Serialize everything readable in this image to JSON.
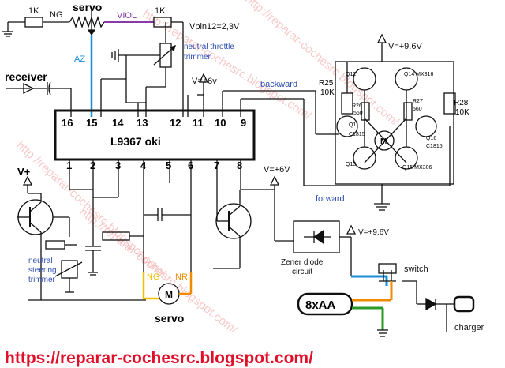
{
  "labels": {
    "r1k_left": "1K",
    "ng": "NG",
    "servo_top": "servo",
    "viol": "VIOL",
    "r1k_right": "1K",
    "vpin12": "Vpin12=2,3V",
    "neutral_throttle": "neutral throttle",
    "trimmer": "trimmer",
    "az": "AZ",
    "receiver": "receiver",
    "vplus6_top": "V=+6v",
    "backward": "backward",
    "forward": "forward",
    "vplus96_top": "V=+9.6V",
    "ic_name": "L9367 oki",
    "vplus_left": "V+",
    "vplus6_mid": "V=+6V",
    "neutral_steering": "neutral",
    "steering": "steering",
    "trimmer2": "trimmer",
    "zener1": "Zener diode",
    "zener2": "circuit",
    "vplus96_mid": "V=+9.6V",
    "switch": "switch",
    "battery": "8xAA",
    "charger": "charger",
    "nr": "NR",
    "ng_bottom": "NG",
    "servo_bottom": "servo",
    "motor": "M",
    "url": "https://reparar-cochesrc.blogspot.com/",
    "watermark": "http://reparar-cochesrc.blogspot.com/"
  },
  "pins_top": [
    "16",
    "15",
    "14",
    "13",
    "12",
    "11",
    "10",
    "9"
  ],
  "pins_bottom": [
    "1",
    "2",
    "3",
    "4",
    "5",
    "6",
    "7",
    "8"
  ],
  "hbridge": {
    "r25": "R25",
    "r25v": "10K",
    "r26": "R26",
    "r26v": "560",
    "r27": "R27",
    "r27v": "560",
    "r28": "R28",
    "r28v": "10K",
    "q12": "Q12",
    "q14": "Q14 MX316",
    "q11": "Q11",
    "q11t": "C1815",
    "q16": "Q16",
    "q16t": "C1815",
    "q13": "Q13",
    "q15": "Q15 MX306"
  },
  "colors": {
    "az_wire": "#1a8fd6",
    "viol_wire": "#8a3aa8",
    "nr_wire": "#f08a00",
    "ng_wire": "#f0c000",
    "battery_blue": "#1a8fd6",
    "battery_orange": "#f08a00",
    "battery_green": "#2a9a2a",
    "url": "#e0102a"
  }
}
